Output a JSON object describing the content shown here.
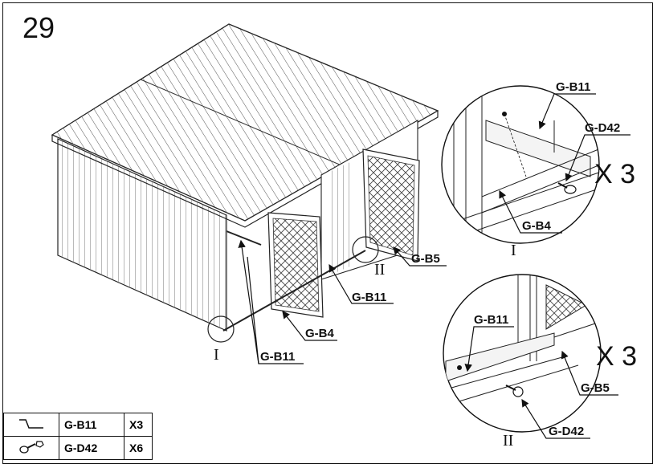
{
  "step_number": "29",
  "labels": {
    "main_gb11_right": "G-B11",
    "main_gb11_bottom": "G-B11",
    "main_gb4": "G-B4",
    "main_gb5": "G-B5",
    "detail1_gb11": "G-B11",
    "detail1_gd42": "G-D42",
    "detail1_gb4": "G-B4",
    "detail2_gb11": "G-B11",
    "detail2_gd42": "G-D42",
    "detail2_gb5": "G-B5"
  },
  "callouts": {
    "roman_1_main": "I",
    "roman_2_main": "II",
    "roman_1_detail": "I",
    "roman_2_detail": "II"
  },
  "multipliers": {
    "detail1": "X 3",
    "detail2": "X 3"
  },
  "parts": [
    {
      "icon": "rail-icon",
      "code": "G-B11",
      "qty": "X3"
    },
    {
      "icon": "bolt-nut-icon",
      "code": "G-D42",
      "qty": "X6"
    }
  ]
}
